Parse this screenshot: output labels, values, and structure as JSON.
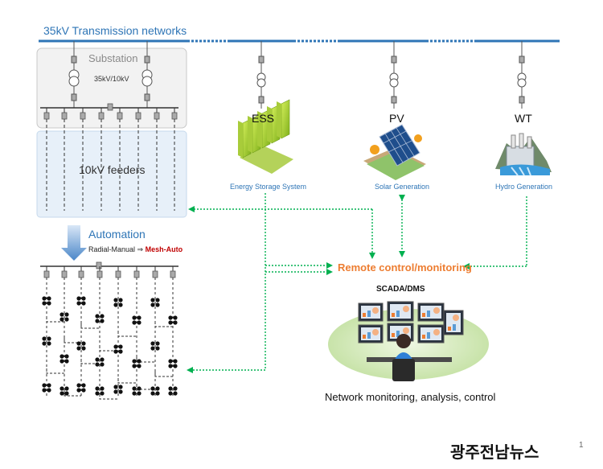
{
  "header": {
    "bus_title": "35kV Transmission networks"
  },
  "substation": {
    "title": "Substation",
    "transformer_label": "35kV/10kV"
  },
  "feeders": {
    "label": "10kV feeders"
  },
  "automation": {
    "title": "Automation",
    "subtitle_prefix": "Radial-Manual ⇒ ",
    "subtitle_highlight": "Mesh-Auto",
    "highlight_color": "#c00000"
  },
  "ders": [
    {
      "id": "ess",
      "short": "ESS",
      "caption": "Energy Storage System"
    },
    {
      "id": "pv",
      "short": "PV",
      "caption": "Solar Generation"
    },
    {
      "id": "wt",
      "short": "WT",
      "caption": "Hydro Generation"
    }
  ],
  "control": {
    "label": "Remote control/monitoring",
    "color": "#ed7d31"
  },
  "scada": {
    "title": "SCADA/DMS",
    "caption": "Network monitoring, analysis, control"
  },
  "footer": {
    "logo_text": "광주전남뉴스",
    "page_number": "1"
  },
  "colors": {
    "bus": "#2e75b6",
    "link": "#00b050",
    "accent": "#ed7d31",
    "caption": "#2e75b6"
  }
}
